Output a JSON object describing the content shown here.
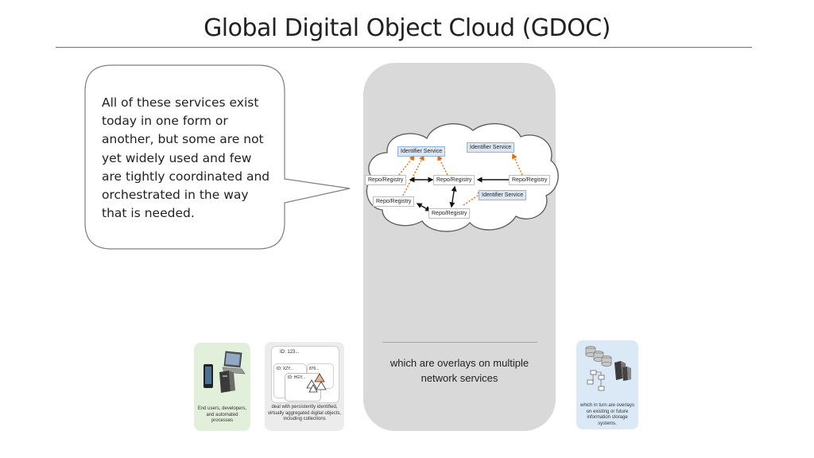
{
  "slide": {
    "title": "Global Digital Object Cloud (GDOC)"
  },
  "callout": {
    "text": "All of these services exist today in one form or another, but some are not yet widely used and few are tightly coordinated and orchestrated in the way that is needed."
  },
  "cloud": {
    "identifier_services": [
      "Identifier Service",
      "Identifier Service",
      "Identifier Service"
    ],
    "repo_registries": [
      "Repo/Registry",
      "Repo/Registry",
      "Repo/Registry",
      "Repo/Registry",
      "Repo/Registry"
    ]
  },
  "overlay": {
    "text": "which are overlays on multiple network services"
  },
  "cards": {
    "users": {
      "caption": "End users, developers, and automated processes"
    },
    "objects": {
      "caption": "deal with persistently identified, virtually aggregated digital objects, including collections",
      "id_main": "ID: 123...",
      "id_sub1": "ID: XZY...",
      "id_sub2": "876...",
      "id_sub3": "ID: HGY..."
    },
    "storage": {
      "caption": "which in turn are overlays on existing or future information storage systems."
    }
  },
  "colors": {
    "title_rule": "#c0504d",
    "panel": "#d9d9d9",
    "identifier_fill": "#dce6f2",
    "dotted_arrow": "#e46c0a",
    "users_card": "#e2efda",
    "objects_card": "#ececec",
    "storage_card": "#dbe9f7"
  }
}
